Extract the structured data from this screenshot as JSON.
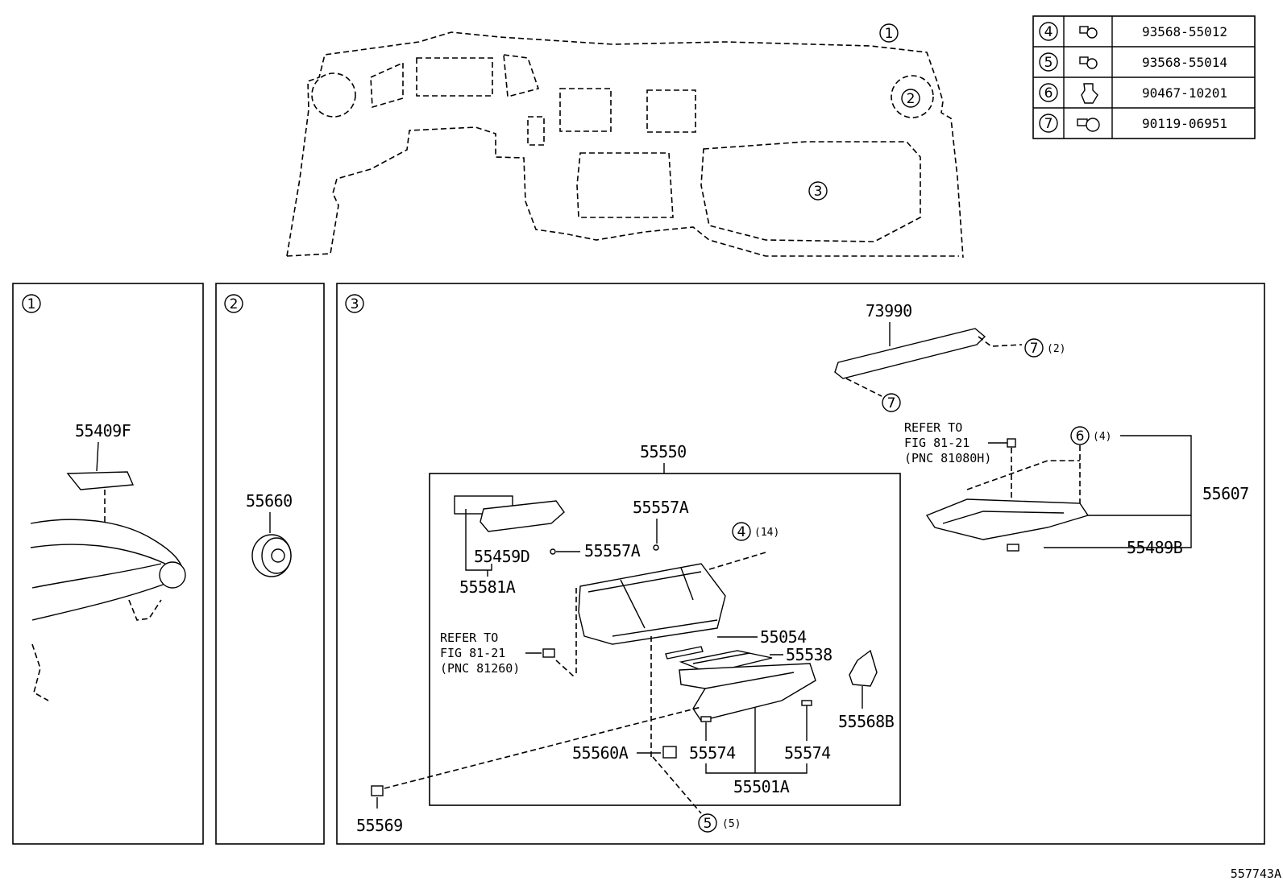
{
  "legend_table": [
    {
      "ref": "4",
      "part_no": "93568-55012",
      "icon": "bolt-icon"
    },
    {
      "ref": "5",
      "part_no": "93568-55014",
      "icon": "bolt-icon"
    },
    {
      "ref": "6",
      "part_no": "90467-10201",
      "icon": "clip-icon"
    },
    {
      "ref": "7",
      "part_no": "90119-06951",
      "icon": "screw-icon"
    }
  ],
  "overview": {
    "callout_1": "1",
    "callout_2": "2",
    "callout_3": "3"
  },
  "panels": {
    "p1": {
      "num": "1",
      "part": "55409F"
    },
    "p2": {
      "num": "2",
      "part": "55660"
    },
    "p3": {
      "num": "3"
    }
  },
  "labels": {
    "l73990": "73990",
    "l55550": "55550",
    "l55557A_top": "55557A",
    "l55557A": "55557A",
    "l55459D": "55459D",
    "l55581A": "55581A",
    "l55054": "55054",
    "l55538": "55538",
    "l55568B": "55568B",
    "l55560A": "55560A",
    "l55574a": "55574",
    "l55574b": "55574",
    "l55501A": "55501A",
    "l55569": "55569",
    "l55607": "55607",
    "l55489B": "55489B"
  },
  "callouts": {
    "c7a": "7",
    "c7a_qty": "(2)",
    "c7b": "7",
    "c6": "6",
    "c6_qty": "(4)",
    "c4": "4",
    "c4_qty": "(14)",
    "c5": "5",
    "c5_qty": "(5)"
  },
  "refer_right": {
    "line1": "REFER TO",
    "line2": "FIG 81-21",
    "line3": "(PNC 81080H)"
  },
  "refer_left": {
    "line1": "REFER TO",
    "line2": "FIG 81-21",
    "line3": "(PNC 81260)"
  },
  "figure_id": "557743A"
}
